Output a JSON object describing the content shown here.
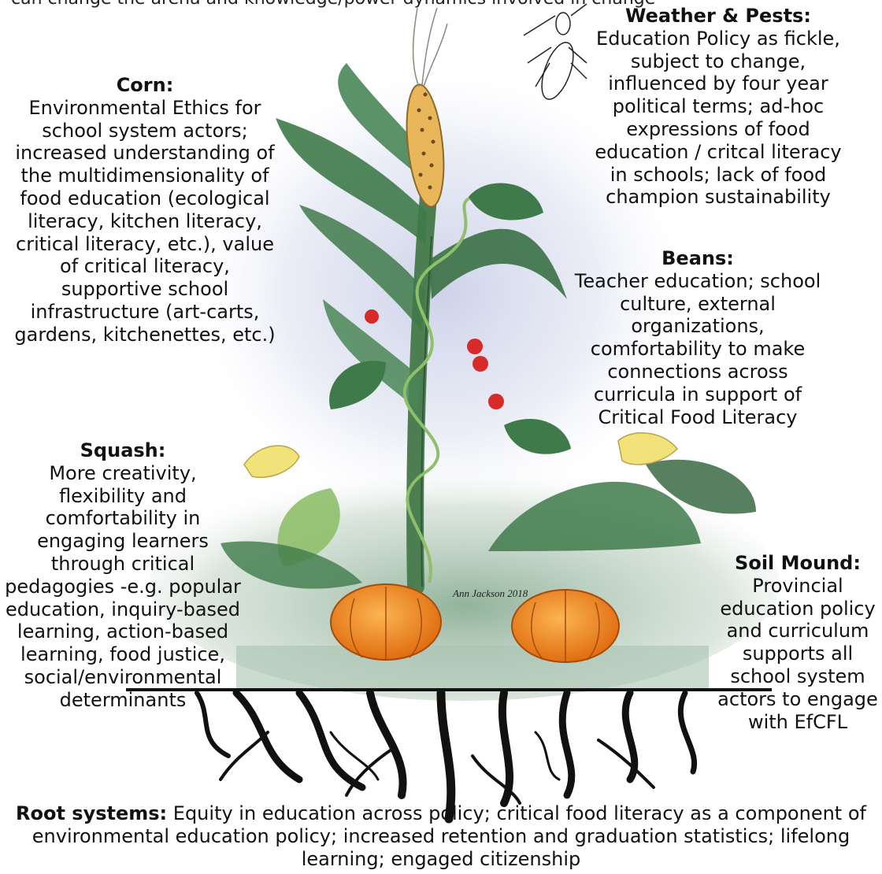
{
  "intro": "can change the arena and knowledge/power dynamics involved in change",
  "signature": "Ann Jackson 2018",
  "corn": {
    "heading": "Corn:",
    "text": "Environmental Ethics for school system actors; increased understanding of the multidimensionality of food education (ecological literacy, kitchen literacy, critical literacy, etc.), value of critical literacy, supportive school infrastructure (art-carts, gardens, kitchenettes, etc.)"
  },
  "weather": {
    "heading": "Weather & Pests:",
    "text": "Education Policy as fickle, subject to change, influenced by four year political terms; ad-hoc expressions of food education / critcal literacy in schools; lack of food champion sustainability"
  },
  "beans": {
    "heading": "Beans:",
    "text": "Teacher education; school culture, external organizations, comfortability to make connections across curricula in support of Critical Food Literacy"
  },
  "squash": {
    "heading": "Squash:",
    "text": "More creativity, flexibility and comfortability in engaging learners through critical pedagogies -e.g. popular education, inquiry-based learning, action-based learning, food justice, social/environmental determinants"
  },
  "soil": {
    "heading": "Soil Mound:",
    "text": "Provincial education policy and curriculum supports all school system actors to engage with EfCFL"
  },
  "roots": {
    "heading": "Root systems:",
    "text": " Equity in education across policy; critical food literacy as a component of environmental education policy; increased retention and graduation statistics; lifelong learning; engaged citizenship"
  },
  "colors": {
    "leaf": "#3f7a4a",
    "leaf_light": "#8fbf6a",
    "stalk": "#4c7e52",
    "pumpkin": "#f08a1f",
    "blossom": "#f1e27a",
    "berry": "#d92a2a",
    "root": "#111111",
    "mist": "#c7cde6"
  }
}
